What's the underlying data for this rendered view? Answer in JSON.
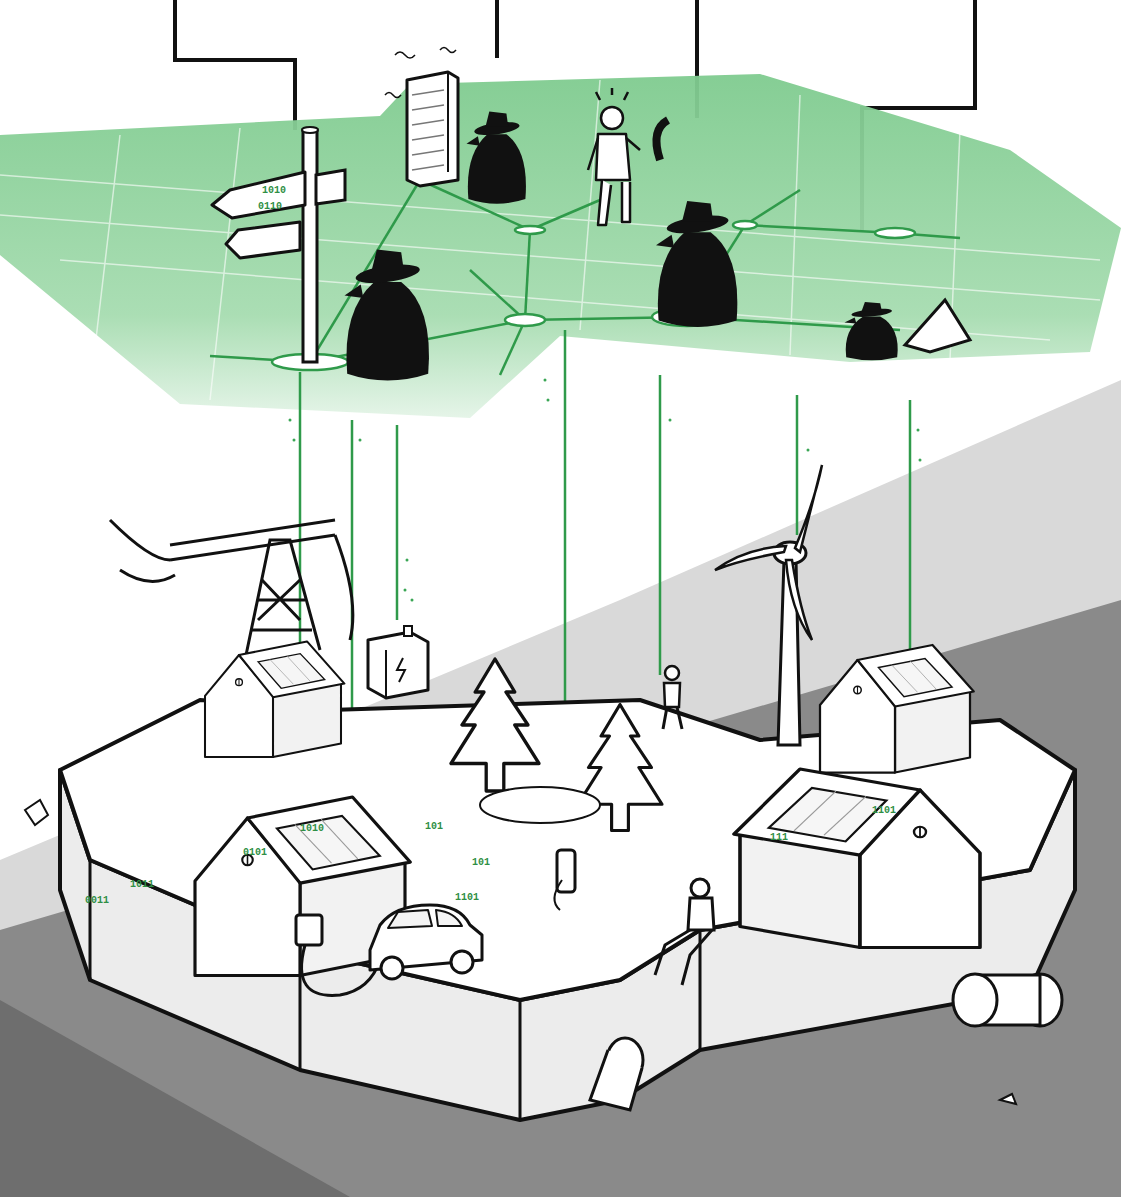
{
  "diagram": {
    "labels": [
      "1010",
      "0110",
      "1010",
      "0101",
      "1011",
      "1101",
      "101",
      "111",
      "0011",
      "1101",
      "101"
    ]
  }
}
